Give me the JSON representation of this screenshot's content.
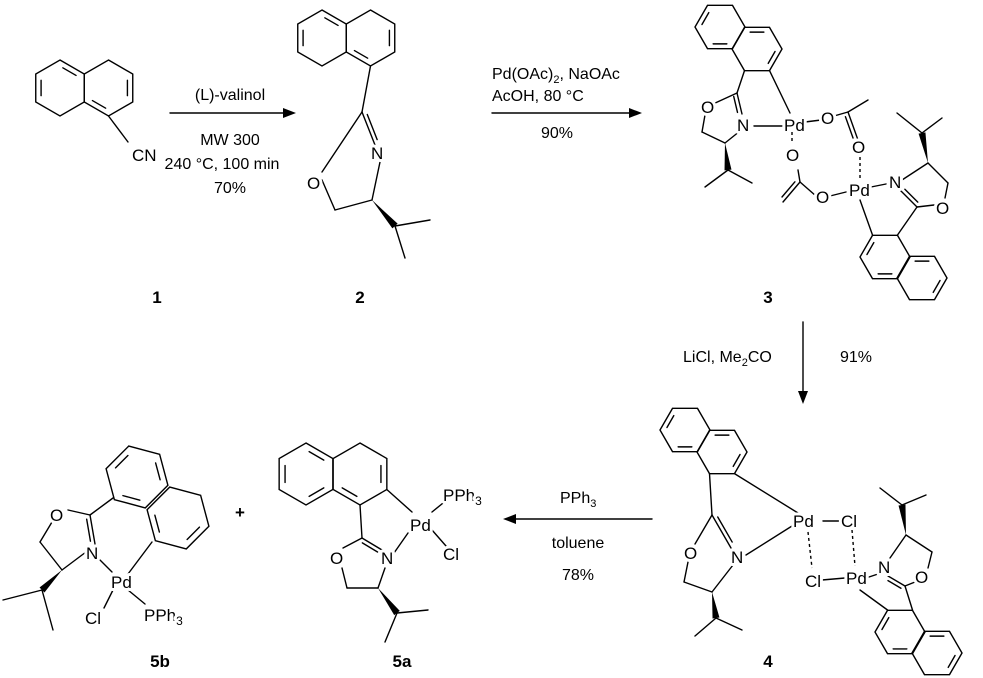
{
  "compounds": {
    "c1": {
      "label": "1",
      "atoms": [
        "CN"
      ]
    },
    "c2": {
      "label": "2",
      "atoms": [
        "N",
        "O"
      ]
    },
    "c3": {
      "label": "3",
      "atoms": [
        "O",
        "N",
        "Pd",
        "O",
        "O",
        "O",
        "Pd",
        "O",
        "N",
        "O"
      ]
    },
    "c4": {
      "label": "4",
      "atoms": [
        "O",
        "N",
        "Pd",
        "Cl",
        "Cl",
        "Pd",
        "N",
        "O"
      ]
    },
    "c5a": {
      "label": "5a",
      "atoms": [
        "O",
        "N",
        "Pd",
        "PPh",
        "3",
        "Cl"
      ]
    },
    "c5b": {
      "label": "5b",
      "atoms": [
        "O",
        "N",
        "Pd",
        "Cl",
        "PPh",
        "3"
      ]
    }
  },
  "plus": "+",
  "steps": {
    "s1": {
      "above": "(L)-valinol",
      "below": [
        "MW 300",
        "240 °C, 100 min",
        "70%"
      ]
    },
    "s2": {
      "line1": [
        "Pd(OAc)",
        "2",
        ", NaOAc"
      ],
      "line2": "AcOH, 80 °C",
      "yield": "90%"
    },
    "s3": {
      "reagents": [
        "LiCl, Me",
        "2",
        "CO"
      ],
      "yield": "91%"
    },
    "s4": {
      "above": [
        "PPh",
        "3"
      ],
      "below": [
        "toluene",
        "78%"
      ]
    }
  }
}
